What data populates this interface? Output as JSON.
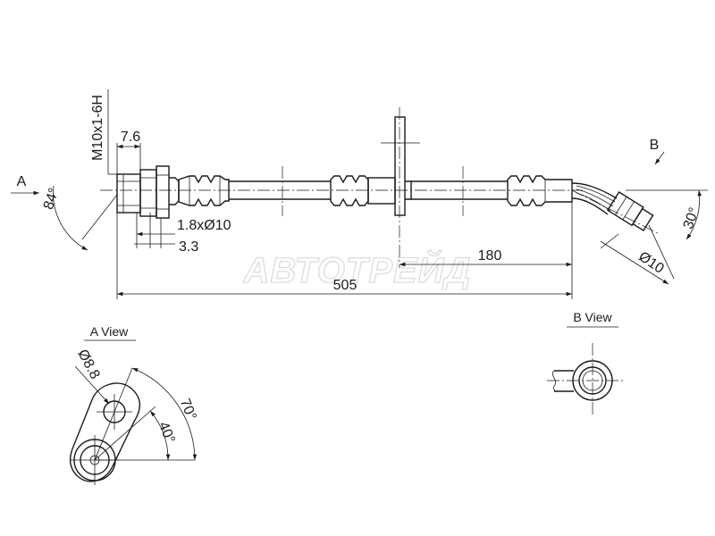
{
  "watermark": "АВТОТРЕЙД",
  "labels": {
    "view_a_marker": "A",
    "view_b_marker": "B",
    "a_view_title": "A View",
    "b_view_title": "B View"
  },
  "dimensions": {
    "thread": "M10x1-6H",
    "fitting_length": "7.6",
    "flare": "1.8xØ10",
    "flare_offset": "3.3",
    "bracket_position": "180",
    "overall_length": "505",
    "end_angle": "84°",
    "bend_angle": "30°",
    "end_diameter": "Ø10",
    "hole_diameter": "Ø8.8",
    "angle_70": "70°",
    "angle_40": "40°"
  }
}
